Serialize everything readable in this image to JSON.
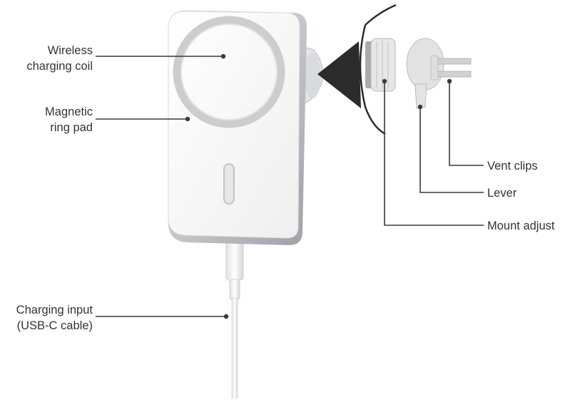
{
  "diagram": {
    "left_labels": {
      "wireless_coil": {
        "line1": "Wireless",
        "line2": "charging coil"
      },
      "magnetic_ring": {
        "line1": "Magnetic",
        "line2": "ring pad"
      },
      "charging_input": {
        "line1": "Charging input",
        "line2": "(USB-C cable)"
      }
    },
    "right_labels": {
      "vent_clips": "Vent clips",
      "lever": "Lever",
      "mount_adjust": "Mount adjust"
    }
  },
  "colors": {
    "label_text": "#333333",
    "leader_line": "#3a3a3a",
    "pad_face": "#f6f6f6",
    "ring": "#cfcfcf",
    "frame": "#c9ccd0",
    "callout": "#2b2b2b"
  }
}
